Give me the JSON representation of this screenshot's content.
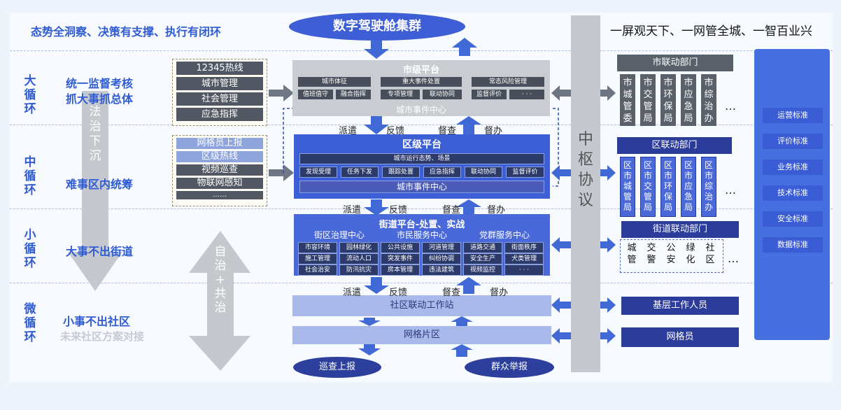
{
  "top_left": "态势全洞察、决策有支撑、执行有闭环",
  "top_right": "一屏观天下、一网管全城、一智百业兴",
  "cockpit": "数字驾驶舱集群",
  "cycles": [
    {
      "name": "大\n循\n环",
      "desc_1": "统一监督考核",
      "desc_2": "抓大事抓总体"
    },
    {
      "name": "中\n循\n环",
      "desc_1": "难事区内统筹"
    },
    {
      "name": "小\n循\n环",
      "desc_1": "大事不出街道"
    },
    {
      "name": "微\n循\n环",
      "desc_1": "小事不出社区",
      "desc_2": "未来社区方案对接"
    }
  ],
  "fazhi": "法\n治\n下\n沉",
  "zizhi": "自\n治\n+\n共\n治",
  "src_city": [
    "12345热线",
    "城市管理",
    "社会管理",
    "应急指挥"
  ],
  "src_district": [
    "网格员上报",
    "区级热线",
    "视频巡查",
    "物联网感知",
    "……"
  ],
  "city": {
    "title": "市级平台",
    "groups": [
      "城市体征",
      "重大事件处置",
      "常态风险管理"
    ],
    "cells": [
      "值班值守",
      "融合指挥",
      "专项管理",
      "联动协同",
      "监督评价",
      "· · ·"
    ],
    "center": "城市事件中心"
  },
  "district": {
    "title": "区级平台",
    "sub": "城市运行态势、场景",
    "cells": [
      "发现受理",
      "任务下发",
      "跟踪处置",
      "应急指挥",
      "联动协同",
      "监督评价"
    ],
    "center": "城市事件中心"
  },
  "street": {
    "title": "街道平台-处置、实战",
    "groups": [
      "街区治理中心",
      "市民服务中心",
      "党群服务中心"
    ],
    "cells": [
      "市容环境",
      "园林绿化",
      "公共设施",
      "河道管理",
      "道路交通",
      "街面秩序",
      "施工管理",
      "流动人口",
      "突发事件",
      "纠纷协调",
      "安全生产",
      "犬类管理",
      "社会治安",
      "防汛抗灾",
      "房本管理",
      "违法建筑",
      "视频监控",
      "· · ·"
    ]
  },
  "community": "社区联动工作站",
  "grid": "网格片区",
  "bottom_left": "巡查上报",
  "bottom_right": "群众举报",
  "flow": {
    "paiqian": "派遣",
    "fankui": "反馈",
    "ducha": "督查",
    "duban": "督办"
  },
  "hub": "中\n枢\n协\n议",
  "city_dept": {
    "title": "市联动部门",
    "items": [
      "市\n城\n管\n委",
      "市\n交\n管\n局",
      "市\n环\n保\n局",
      "市\n应\n急\n局",
      "市\n综\n治\n办"
    ]
  },
  "district_dept": {
    "title": "区联动部门",
    "items": [
      "区\n市\n城\n管\n局",
      "区\n市\n交\n管\n局",
      "区\n市\n环\n保\n局",
      "区\n市\n应\n急\n局",
      "区\n市\n综\n治\n办"
    ]
  },
  "street_dept": {
    "title": "街道联动部门",
    "items": [
      "城\n管",
      "交\n警",
      "公\n安",
      "绿\n化",
      "社\n区"
    ]
  },
  "grassroots": "基层工作人员",
  "gridman": "网格员",
  "ellipsis": "…",
  "standards": [
    "运营标准",
    "评价标准",
    "业务标准",
    "技术标准",
    "安全标准",
    "数据标准"
  ]
}
